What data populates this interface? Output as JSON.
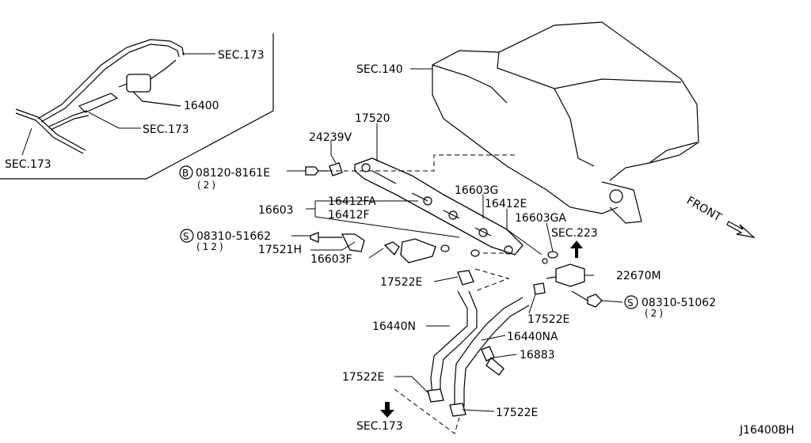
{
  "diagram": {
    "inset_labels": {
      "sec173_a": "SEC.173",
      "part_16400": "16400",
      "sec173_b": "SEC.173",
      "sec173_c": "SEC.173"
    },
    "labels": {
      "sec140": "SEC.140",
      "p17520": "17520",
      "p24239v": "24239V",
      "bolt_b": "08120-8161E",
      "bolt_b_badge": "B",
      "bolt_b_qty": "(2)",
      "p16603": "16603",
      "p16412fa": "16412FA",
      "p16412f": "16412F",
      "p16603g": "16603G",
      "p16412e": "16412E",
      "p16603ga": "16603GA",
      "sec223": "SEC.223",
      "screw_s1": "08310-51662",
      "screw_s1_badge": "S",
      "screw_s1_qty": "(12)",
      "p17521h": "17521H",
      "p16603f": "16603F",
      "p22670m": "22670M",
      "screw_s2": "08310-51062",
      "screw_s2_badge": "S",
      "screw_s2_qty": "(2)",
      "p17522e_a": "17522E",
      "p17522e_b": "17522E",
      "p16440n": "16440N",
      "p16440na": "16440NA",
      "p16883": "16883",
      "p17522e_c": "17522E",
      "p17522e_d": "17522E",
      "sec173_bottom": "SEC.173",
      "front": "FRONT",
      "diagram_code": "J16400BH"
    }
  }
}
